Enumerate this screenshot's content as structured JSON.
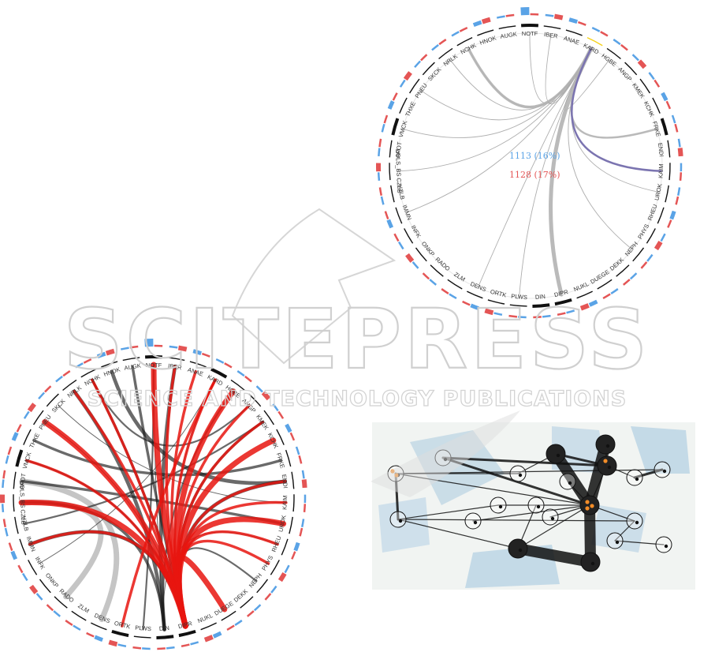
{
  "segments": [
    "NOTF",
    "IBER",
    "ANAE",
    "KARD",
    "HGBE",
    "ANGP",
    "KMEK",
    "KCHK",
    "FRKE",
    "ENDI",
    "KAIM",
    "UROK",
    "RHEU",
    "PHYS",
    "NEPH",
    "DEKK",
    "DUEGE",
    "NUKL",
    "DIPR",
    "DIN",
    "PLWS",
    "ORTK",
    "DENS",
    "ZLM",
    "RADO",
    "ONKP",
    "INFK",
    "IMMN",
    "HZLB",
    "DOLS_BS CZLB",
    "APOT",
    "VMCK",
    "THXE",
    "PNEU",
    "SKCK",
    "NRLK",
    "NCHK",
    "HNOK",
    "AUGK"
  ],
  "top_diagram": {
    "stat_blue": "1113 (16%)",
    "stat_red": "1128 (17%)",
    "colors": {
      "blue": "#5aa3e6",
      "red": "#e45555",
      "highlight": "#f5d21a",
      "purple": "#7b74b0"
    }
  },
  "bottom_diagram": {
    "colors": {
      "red": "#e8150f",
      "dark": "#1a1a1a"
    }
  },
  "watermark": {
    "title": "SCITEPRESS",
    "subtitle": "SCIENCE AND TECHNOLOGY PUBLICATIONS"
  }
}
